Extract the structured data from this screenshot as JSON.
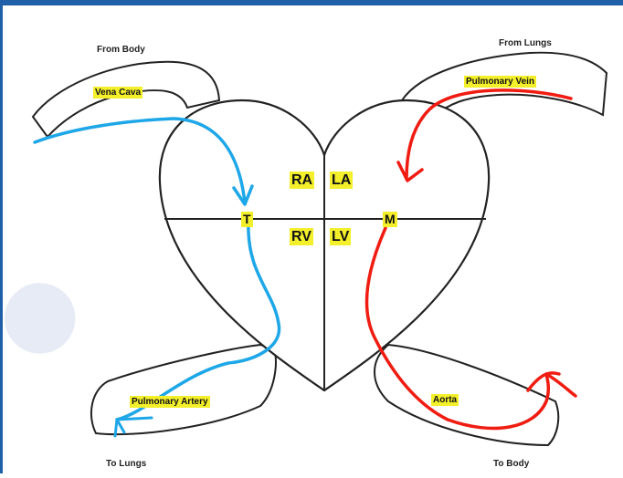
{
  "labels": {
    "from_body": "From Body",
    "from_lungs": "From Lungs",
    "to_lungs": "To Lungs",
    "to_body": "To Body",
    "vena_cava": "Vena Cava",
    "pulmonary_vein": "Pulmonary Vein",
    "pulmonary_artery": "Pulmonary Artery",
    "aorta": "Aorta"
  },
  "chambers": {
    "ra": "RA",
    "la": "LA",
    "rv": "RV",
    "lv": "LV"
  },
  "valves": {
    "tricuspid": "T",
    "mitral": "M"
  },
  "colors": {
    "deoxygenated": "#1ea7e8",
    "oxygenated": "#f01c12",
    "highlight": "#f3ef2b",
    "outline": "#222222"
  }
}
